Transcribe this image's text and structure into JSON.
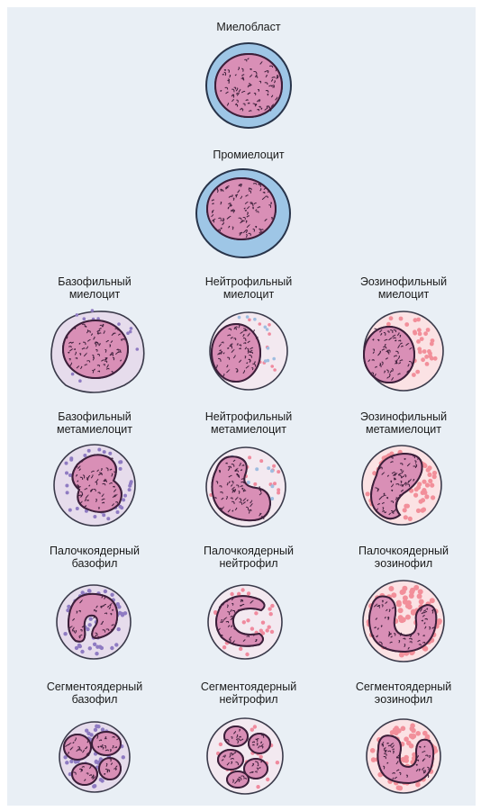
{
  "colors": {
    "background": "#e9eff5",
    "nucleus_fill": "#d98fb6",
    "nucleus_stroke": "#3c1f3a",
    "blast_cytoplasm": "#9ec6e6",
    "basophil_cytoplasm": "#e6dcec",
    "basophil_granule": "#8f7bc2",
    "neutrophil_cytoplasm": "#f3e9f0",
    "neutrophil_granule_pink": "#f08a9e",
    "neutrophil_granule_blue": "#9fbde0",
    "eosinophil_cytoplasm": "#fbe2e4",
    "eosinophil_granule": "#f28f9a"
  },
  "cells": {
    "myeloblast": {
      "label": "Миелобласт"
    },
    "promyelocyte": {
      "label": "Промиелоцит"
    },
    "basophilic_myelocyte": {
      "label": "Базофильный\nмиелоцит"
    },
    "neutrophilic_myelocyte": {
      "label": "Нейтрофильный\nмиелоцит"
    },
    "eosinophilic_myelocyte": {
      "label": "Эозинофильный\nмиелоцит"
    },
    "basophilic_metamyelocyte": {
      "label": "Базофильный\nметамиелоцит"
    },
    "neutrophilic_metamyelocyte": {
      "label": "Нейтрофильный\nметамиелоцит"
    },
    "eosinophilic_metamyelocyte": {
      "label": "Эозинофильный\nметамиелоцит"
    },
    "band_basophil": {
      "label": "Палочкоядерный\nбазофил"
    },
    "band_neutrophil": {
      "label": "Палочкоядерный\nнейтрофил"
    },
    "band_eosinophil": {
      "label": "Палочкоядерный\nэозинофил"
    },
    "segmented_basophil": {
      "label": "Сегментоядерный\nбазофил"
    },
    "segmented_neutrophil": {
      "label": "Сегментоядерный\nнейтрофил"
    },
    "segmented_eosinophil": {
      "label": "Сегментоядерный\nэозинофил"
    }
  }
}
